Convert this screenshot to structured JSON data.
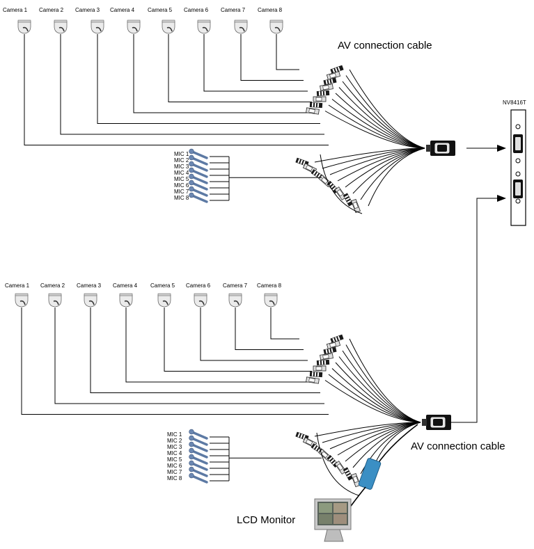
{
  "groups": [
    {
      "id": "top",
      "cameras": [
        "Camera 1",
        "Camera 2",
        "Camera 3",
        "Camera 4",
        "Camera 5",
        "Camera 6",
        "Camera 7",
        "Camera 8"
      ],
      "mics": [
        "MIC 1",
        "MIC 2",
        "MIC 3",
        "MIC 4",
        "MIC 5",
        "MIC 6",
        "MIC 7",
        "MIC 8"
      ],
      "cable_label": "AV connection cable"
    },
    {
      "id": "bottom",
      "cameras": [
        "Camera 1",
        "Camera 2",
        "Camera 3",
        "Camera 4",
        "Camera 5",
        "Camera 6",
        "Camera 7",
        "Camera 8"
      ],
      "mics": [
        "MIC 1",
        "MIC 2",
        "MIC 3",
        "MIC 4",
        "MIC 5",
        "MIC 6",
        "MIC 7",
        "MIC 8"
      ],
      "cable_label": "AV connection cable"
    }
  ],
  "device": {
    "label": "NV8416T"
  },
  "monitor": {
    "label": "LCD Monitor"
  },
  "colors": {
    "line": "#000000",
    "camera_body": "#e8e8e8",
    "connector_dark": "#1a1a1a",
    "connector_light": "#d8d8d8",
    "vga_blue": "#3b8fc4",
    "mic_blue": "#4a6c9a"
  },
  "icons": {
    "camera": "dome-camera-icon",
    "mic": "microphone-icon",
    "connector": "av-plug-icon",
    "dsub": "d-sub-connector-icon",
    "monitor": "lcd-monitor-icon"
  }
}
